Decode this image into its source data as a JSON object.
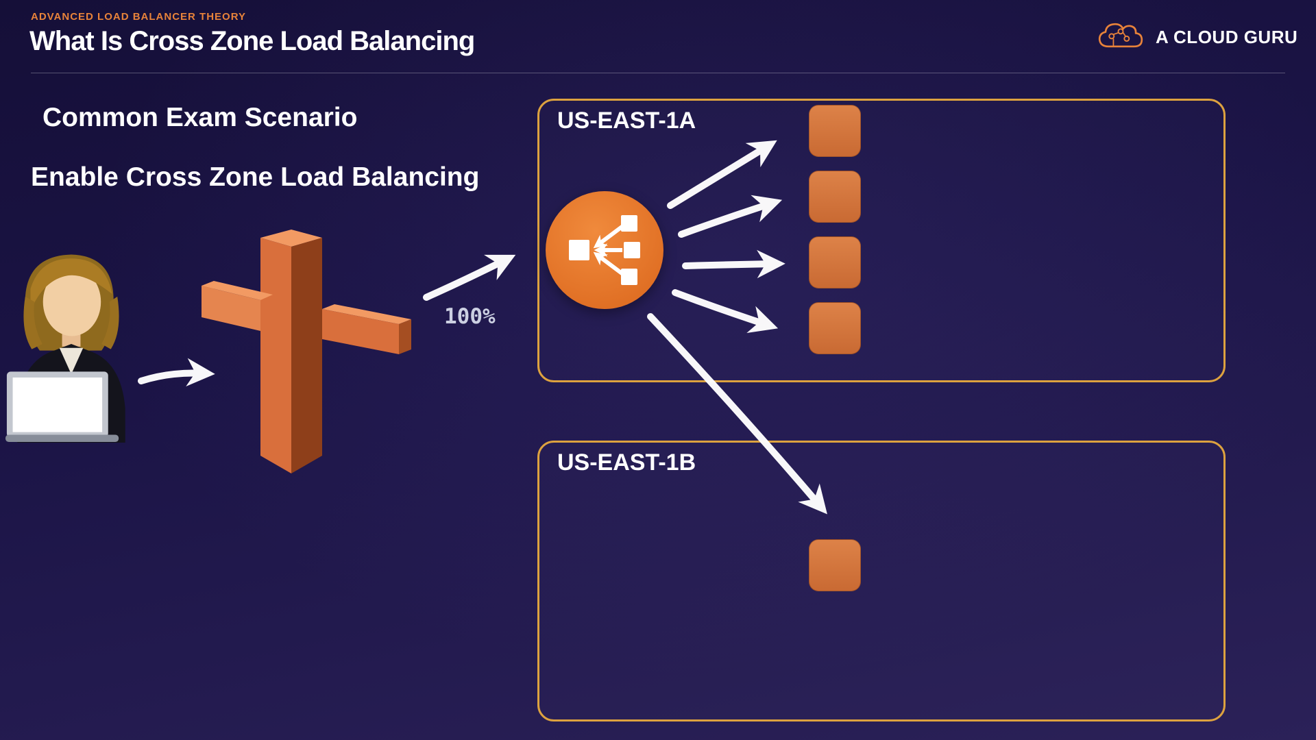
{
  "slide": {
    "kicker": "ADVANCED LOAD BALANCER THEORY",
    "title": "What Is Cross Zone Load Balancing"
  },
  "brand": {
    "name": "A CLOUD GURU",
    "logo_icon": "cloud-sketch-icon"
  },
  "body": {
    "heading_primary": "Common Exam Scenario",
    "heading_secondary": "Enable Cross Zone Load Balancing",
    "traffic_percent_label": "100%"
  },
  "diagram": {
    "actor_icon": "woman-at-laptop-illustration",
    "load_balancer_icon": "elb-3d-cross-icon",
    "elb_node_icon": "elastic-load-balancer-icon",
    "zones": [
      {
        "label": "US-EAST-1A",
        "instance_count": 4
      },
      {
        "label": "US-EAST-1B",
        "instance_count": 1
      }
    ],
    "arrows": [
      "user-to-load-balancer",
      "load-balancer-to-zone-a",
      "elb-to-instance-1",
      "elb-to-instance-2",
      "elb-to-instance-3",
      "elb-to-instance-4",
      "elb-to-zone-b-instance"
    ]
  },
  "colors": {
    "background_top": "#150f38",
    "background_bottom": "#2b2158",
    "accent_orange": "#e8833a",
    "zone_border": "#dda23f",
    "instance_fill": "#d2743c",
    "elb_circle_fill": "#e8792b",
    "arrow_color": "#ffffff",
    "traffic_label_color": "#ccd0e2"
  }
}
